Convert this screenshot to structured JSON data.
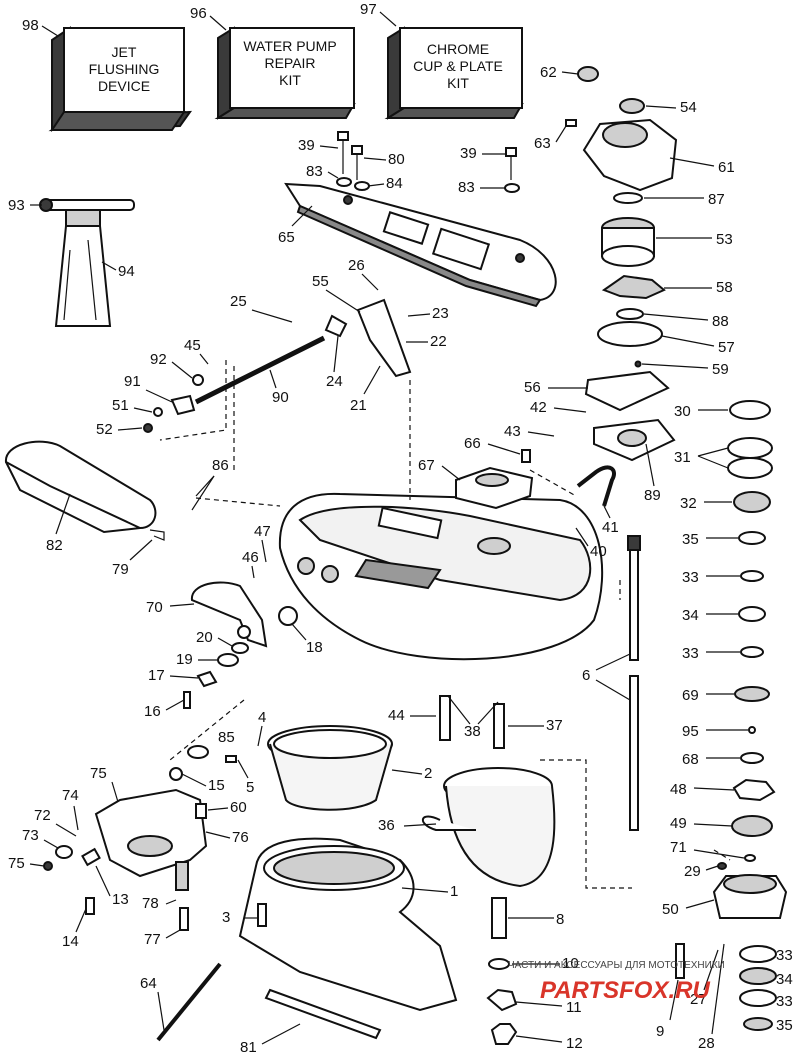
{
  "kits": [
    {
      "number": "98",
      "lines": [
        "JET",
        "FLUSHING",
        "DEVICE"
      ]
    },
    {
      "number": "96",
      "lines": [
        "WATER PUMP",
        "REPAIR",
        "KIT"
      ]
    },
    {
      "number": "97",
      "lines": [
        "CHROME",
        "CUP & PLATE",
        "KIT"
      ]
    }
  ],
  "callouts": {
    "c93": "93",
    "c94": "94",
    "c39a": "39",
    "c80": "80",
    "c83a": "83",
    "c84": "84",
    "c65": "65",
    "c39b": "39",
    "c83b": "83",
    "c62": "62",
    "c54": "54",
    "c63": "63",
    "c61": "61",
    "c87": "87",
    "c53": "53",
    "c58": "58",
    "c88": "88",
    "c57": "57",
    "c59": "59",
    "c56": "56",
    "c30": "30",
    "c42": "42",
    "c43": "43",
    "c31": "31",
    "c66": "66",
    "c67": "67",
    "c89": "89",
    "c32": "32",
    "c41": "41",
    "c40": "40",
    "c35a": "35",
    "c33a": "33",
    "c34a": "34",
    "c33b": "33",
    "c6": "6",
    "c69": "69",
    "c95": "95",
    "c68": "68",
    "c48": "48",
    "c49": "49",
    "c71": "71",
    "c29": "29",
    "c50": "50",
    "c33c": "33",
    "c34b": "34",
    "c33d": "33",
    "c35b": "35",
    "c27": "27",
    "c28": "28",
    "c26": "26",
    "c55": "55",
    "c25": "25",
    "c23": "23",
    "c22": "22",
    "c24": "24",
    "c21": "21",
    "c92": "92",
    "c45": "45",
    "c91": "91",
    "c51": "51",
    "c52": "52",
    "c90": "90",
    "c86": "86",
    "c82": "82",
    "c79": "79",
    "c47": "47",
    "c46": "46",
    "c70": "70",
    "c18": "18",
    "c20": "20",
    "c19": "19",
    "c17": "17",
    "c16": "16",
    "c4": "4",
    "c85": "85",
    "c44": "44",
    "c38": "38",
    "c37": "37",
    "c2": "2",
    "c75a": "75",
    "c15": "15",
    "c5": "5",
    "c74": "74",
    "c72": "72",
    "c60": "60",
    "c73": "73",
    "c76": "76",
    "c36": "36",
    "c75b": "75",
    "c13": "13",
    "c78": "78",
    "c1": "1",
    "c14": "14",
    "c77": "77",
    "c3": "3",
    "c8": "8",
    "c64": "64",
    "c10": "10",
    "c11": "11",
    "c9": "9",
    "c81": "81",
    "c12": "12"
  },
  "watermark": {
    "text": "ЧАСТИ И АКСЕССУАРЫ ДЛЯ МОТОТЕХНИКИ",
    "logo": "PARTSFOX.RU"
  },
  "colors": {
    "line": "#111111",
    "watermark_logo": "#d9352a"
  }
}
